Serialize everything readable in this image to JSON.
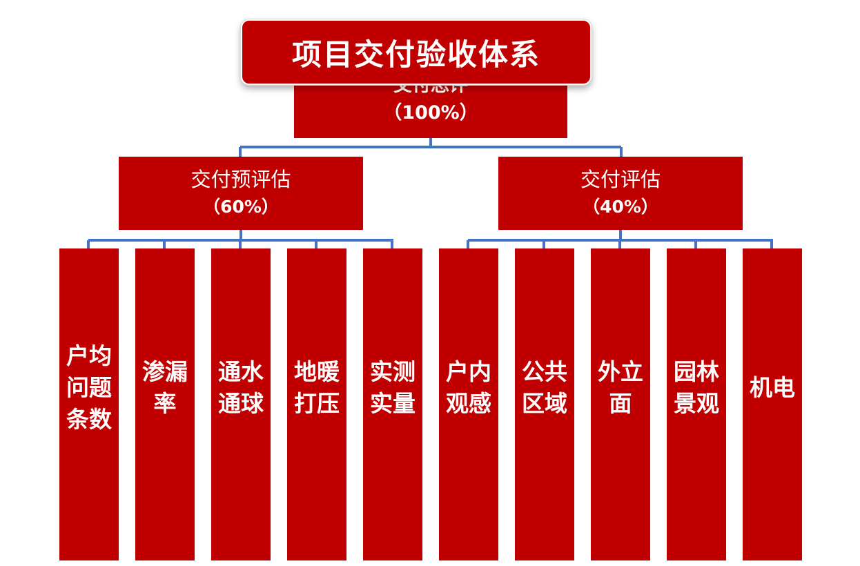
{
  "title": "项目交付验收体系",
  "root": {
    "label": "交付总评",
    "percent": "（100%）"
  },
  "branches": [
    {
      "label": "交付预评估",
      "percent": "（60%）",
      "leaves": [
        "户均问题条数",
        "渗漏率",
        "通水通球",
        "地暖打压",
        "实测实量"
      ]
    },
    {
      "label": "交付评估",
      "percent": "（40%）",
      "leaves": [
        "户内观感",
        "公共区域",
        "外立面",
        "园林景观",
        "机电"
      ]
    }
  ],
  "colors": {
    "box_fill": "#c00000",
    "connector": "#4472c4",
    "text": "#ffffff"
  }
}
